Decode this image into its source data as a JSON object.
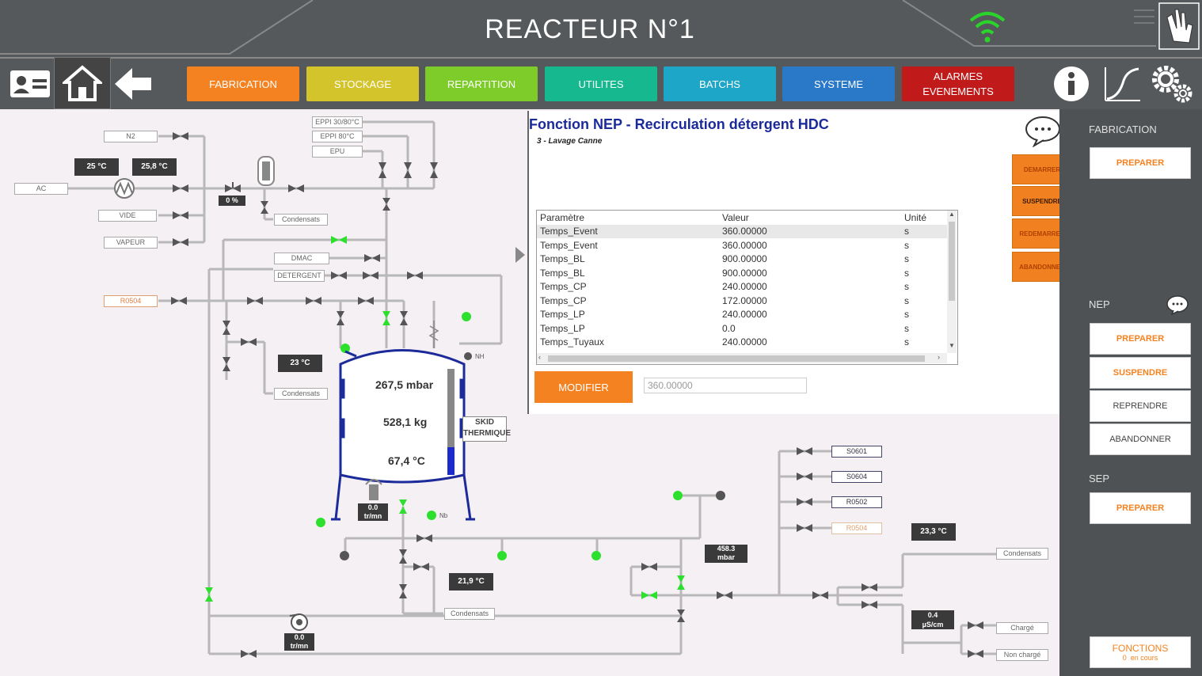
{
  "header": {
    "title": "REACTEUR N°1"
  },
  "nav": {
    "fabrication": "FABRICATION",
    "stockage": "STOCKAGE",
    "repartition": "REPARTITION",
    "utilites": "UTILITES",
    "batchs": "BATCHS",
    "systeme": "SYSTEME",
    "alarmes_1": "ALARMES",
    "alarmes_2": "EVENEMENTS",
    "colors": [
      "#f58220",
      "#d4c42c",
      "#7dcc2a",
      "#16b890",
      "#1ea6c8",
      "#2a78c8",
      "#c01a1a"
    ]
  },
  "dialog": {
    "title": "Fonction NEP - Recirculation détergent HDC",
    "subtitle": "3 - Lavage Canne",
    "buttons": {
      "demarrer": "DEMARRER",
      "suspendre": "SUSPENDRE",
      "redemarrer": "REDEMARRER",
      "abandonner": "ABANDONNER"
    },
    "table": {
      "headers": [
        "Paramètre",
        "Valeur",
        "Unité"
      ],
      "rows": [
        [
          "Temps_Event",
          "360.00000",
          "s"
        ],
        [
          "Temps_Event",
          "360.00000",
          "s"
        ],
        [
          "Temps_BL",
          "900.00000",
          "s"
        ],
        [
          "Temps_BL",
          "900.00000",
          "s"
        ],
        [
          "Temps_CP",
          "240.00000",
          "s"
        ],
        [
          "Temps_CP",
          "172.00000",
          "s"
        ],
        [
          "Temps_LP",
          "240.00000",
          "s"
        ],
        [
          "Temps_LP",
          "0.0",
          "s"
        ],
        [
          "Temps_Tuyaux",
          "240.00000",
          "s"
        ]
      ]
    },
    "modifier_label": "MODIFIER",
    "input_value": "360.00000"
  },
  "right_panel": {
    "fabrication_label": "FABRICATION",
    "fab_preparer": "PREPARER",
    "nep_label": "NEP",
    "nep_preparer": "PREPARER",
    "nep_suspendre": "SUSPENDRE",
    "nep_reprendre": "REPRENDRE",
    "nep_abandonner": "ABANDONNER",
    "sep_label": "SEP",
    "sep_preparer": "PREPARER",
    "fonctions_label": "FONCTIONS",
    "fonctions_count": "0",
    "fonctions_status": "en cours"
  },
  "diagram": {
    "sources": {
      "n2": "N2",
      "ac": "AC",
      "vide": "VIDE",
      "vapeur": "VAPEUR",
      "eppi30": "EPPI 30/80°C",
      "eppi80": "EPPI 80°C",
      "epu": "EPU",
      "dmac": "DMAC",
      "detergent": "DETERGENT",
      "r0504_in": "R0504"
    },
    "temps": {
      "t1": "25 °C",
      "t2": "25,8 °C",
      "t3": "23 °C",
      "t4": "21,9 °C",
      "t5": "23,3 °C"
    },
    "valve_pct": "0 %",
    "condensats": "Condensats",
    "tank": {
      "pressure": "267,5 mbar",
      "mass": "528,1 kg",
      "temp": "67,4 °C"
    },
    "skid_1": "SKID",
    "skid_2": "THERMIQUE",
    "agitator_1": "0.0",
    "agitator_2": "tr/mn",
    "pump_1": "0.0",
    "pump_2": "tr/mn",
    "pressure2_1": "458.3",
    "pressure2_2": "mbar",
    "cond_1": "0.4",
    "cond_2": "µS/cm",
    "nh_top": "NH",
    "nb_bottom": "Nb",
    "dest": {
      "s0601": "S0601",
      "s0604": "S0604",
      "r0502": "R0502",
      "r0504": "R0504",
      "charge": "Chargé",
      "noncharge": "Non chargé"
    }
  }
}
